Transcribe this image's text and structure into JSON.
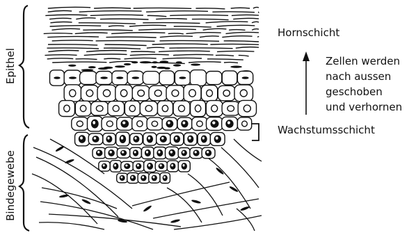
{
  "labels": {
    "epithel": "Epithel",
    "bindegewebe": "Bindegewebe",
    "hornschicht": "Hornschicht",
    "wachstumsschicht": "Wachstumsschicht",
    "note_line1": "Zellen werden",
    "note_line2": "nach aussen",
    "note_line3": "geschoben",
    "note_line4": "und verhornen"
  },
  "colors": {
    "ink": "#111111",
    "paper": "#ffffff"
  }
}
